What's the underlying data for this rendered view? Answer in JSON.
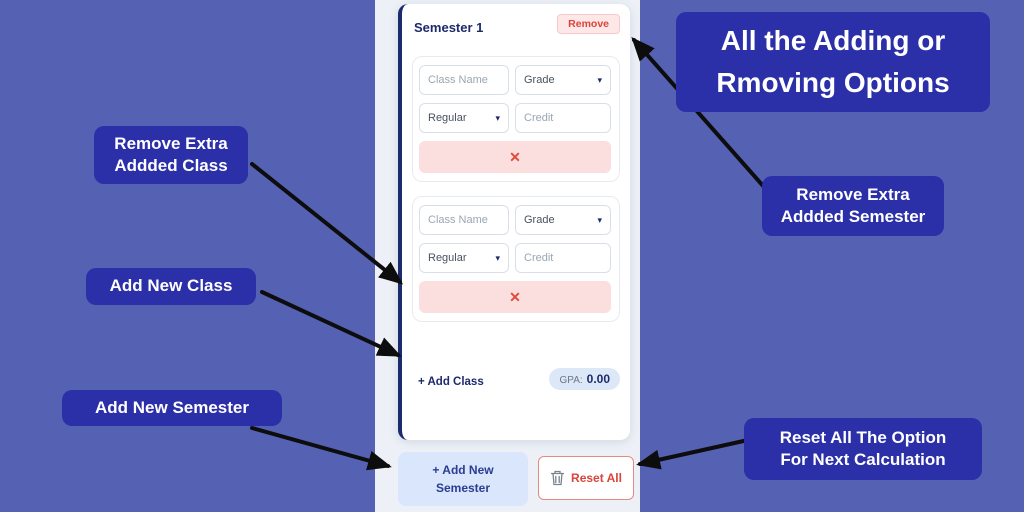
{
  "colors": {
    "background": "#5562b4",
    "annotation_bg": "#2b2fa8",
    "danger_red": "#d9453a",
    "navy": "#1d2a6b",
    "light_blue_button": "#d9e6fb",
    "delete_pink": "#fbdfdf"
  },
  "annotations": {
    "title": "All the Adding or\nRmoving Options",
    "remove_class": "Remove Extra\nAddded Class",
    "add_class": "Add New Class",
    "add_semester": "Add New Semester",
    "remove_semester": "Remove Extra\nAddded Semester",
    "reset": "Reset All The Option\nFor Next Calculation"
  },
  "app": {
    "semester_title": "Semester 1",
    "remove_button": "Remove",
    "caret_icon": "▾",
    "class_rows": [
      {
        "class_name_placeholder": "Class Name",
        "grade_value": "Grade",
        "type_value": "Regular",
        "credit_placeholder": "Credit",
        "delete_icon": "✕"
      },
      {
        "class_name_placeholder": "Class Name",
        "grade_value": "Grade",
        "type_value": "Regular",
        "credit_placeholder": "Credit",
        "delete_icon": "✕"
      }
    ],
    "add_class_link": "+ Add Class",
    "gpa_label": "GPA:",
    "gpa_value": "0.00",
    "add_semester_button": "+ Add New\nSemester",
    "reset_button": "Reset All"
  }
}
